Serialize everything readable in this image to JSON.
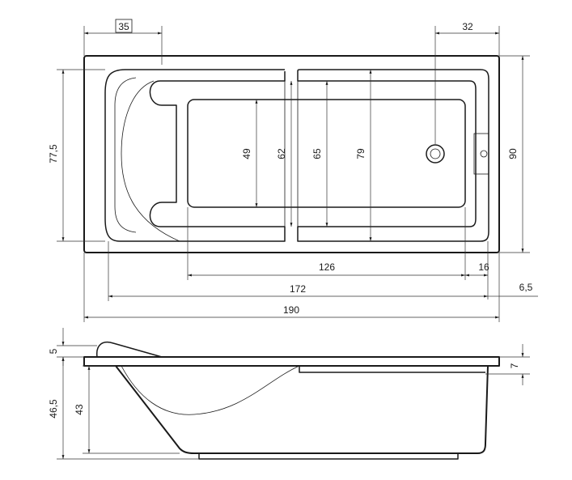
{
  "plan_view": {
    "dimensions": {
      "top_left_width": "35",
      "top_right_width": "32",
      "left_height": "77,5",
      "right_height": "90",
      "inner_49": "49",
      "inner_62": "62",
      "inner_65": "65",
      "inner_79": "79",
      "bottom_126": "126",
      "bottom_16": "16",
      "bottom_172": "172",
      "bottom_6_5": "6,5",
      "total_length": "190"
    }
  },
  "side_view": {
    "dimensions": {
      "rim_5": "5",
      "rim_7": "7",
      "total_height": "46,5",
      "inner_depth": "43"
    }
  }
}
